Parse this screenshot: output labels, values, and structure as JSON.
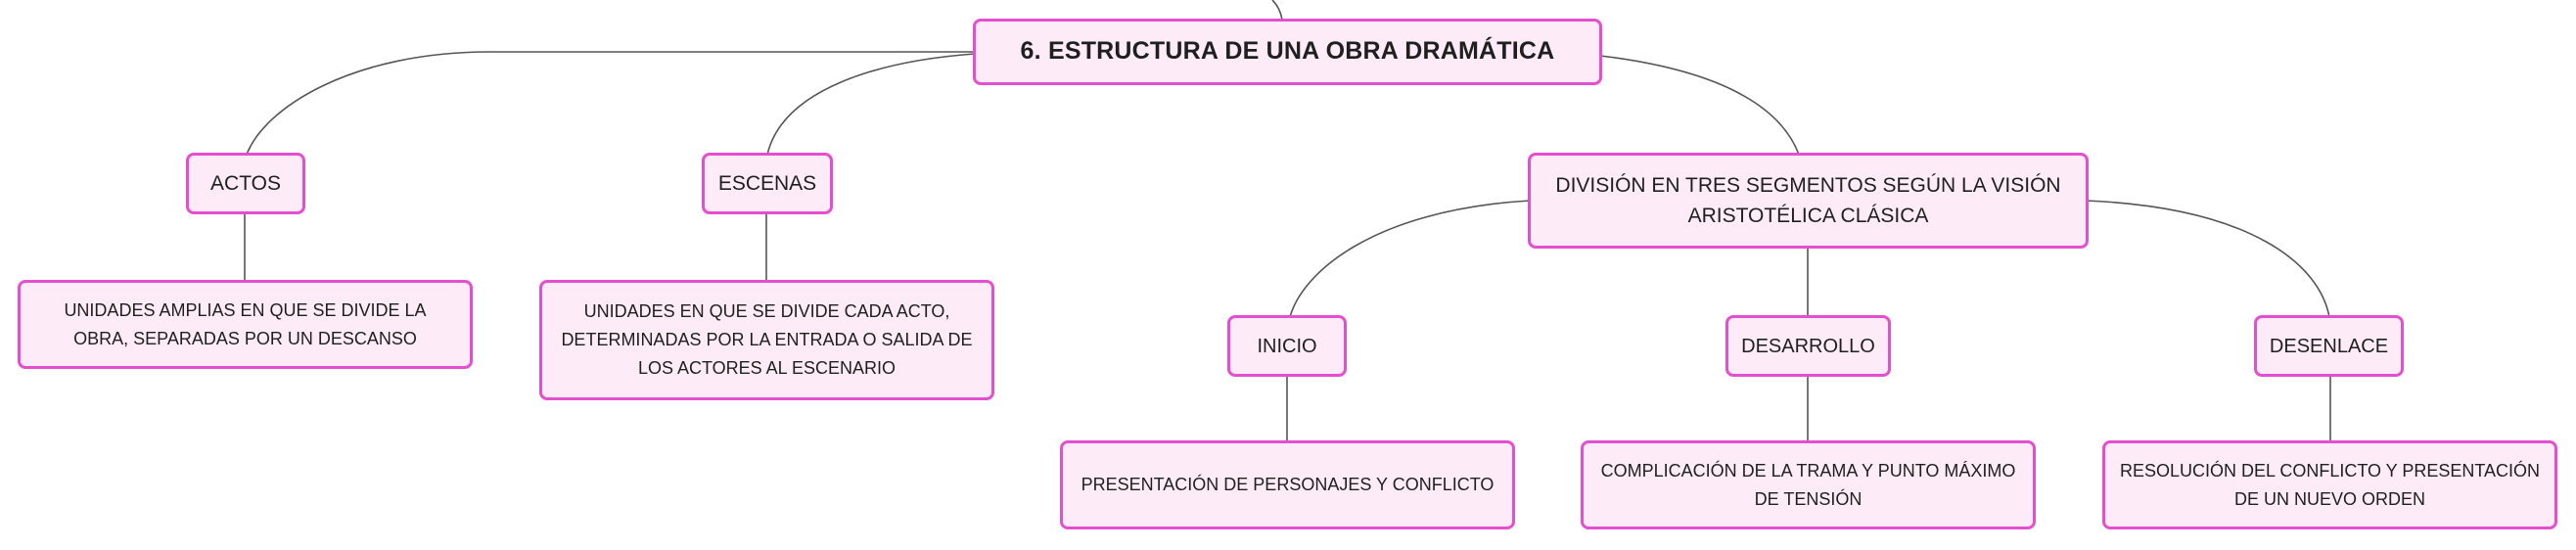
{
  "diagram": {
    "colors": {
      "node_fill": "#fdebf7",
      "node_border": "#e44fcf",
      "connector": "#555555"
    },
    "root": {
      "label": "6. ESTRUCTURA DE UNA OBRA DRAMÁTICA"
    },
    "actos": {
      "label": "ACTOS",
      "detail": "UNIDADES AMPLIAS EN QUE SE DIVIDE LA OBRA, SEPARADAS POR UN DESCANSO"
    },
    "escenas": {
      "label": "ESCENAS",
      "detail": "UNIDADES EN QUE SE DIVIDE CADA ACTO, DETERMINADAS POR LA ENTRADA O SALIDA DE LOS ACTORES AL ESCENARIO"
    },
    "division": {
      "label": "DIVISIÓN EN TRES SEGMENTOS SEGÚN LA VISIÓN ARISTOTÉLICA CLÁSICA",
      "inicio": {
        "label": "INICIO",
        "detail": "PRESENTACIÓN DE PERSONAJES Y CONFLICTO"
      },
      "desarrollo": {
        "label": "DESARROLLO",
        "detail": "COMPLICACIÓN DE LA TRAMA Y PUNTO MÁXIMO DE TENSIÓN"
      },
      "desenlace": {
        "label": "DESENLACE",
        "detail": "RESOLUCIÓN DEL CONFLICTO Y PRESENTACIÓN DE UN NUEVO ORDEN"
      }
    }
  }
}
